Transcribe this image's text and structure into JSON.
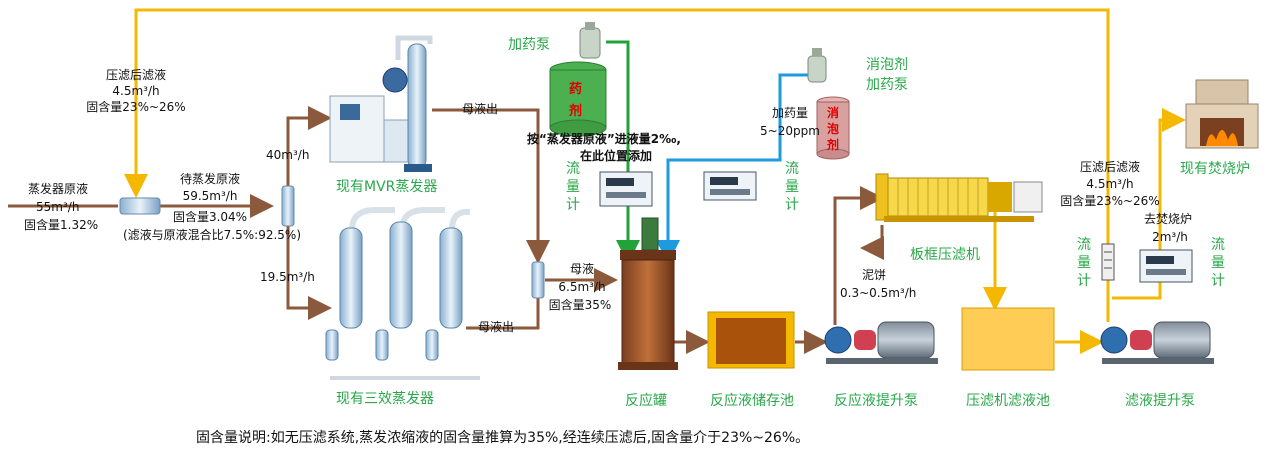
{
  "labels": {
    "raw_title": "蒸发器原液",
    "raw_flow": "55m³/h",
    "raw_solid": "固含量1.32%",
    "return_title": "压滤后滤液",
    "return_flow": "4.5m³/h",
    "return_solid": "固含量23%~26%",
    "mix_title": "待蒸发原液",
    "mix_flow": "59.5m³/h",
    "mix_solid": "固含量3.04%",
    "mix_ratio": "(滤液与原液混合比7.5%:92.5%)",
    "mvr_flow": "40m³/h",
    "triple_flow": "19.5m³/h",
    "mother_out_1": "母液出",
    "mother_out_2": "母液出",
    "mvr_name": "现有MVR蒸发器",
    "triple_name": "现有三效蒸发器",
    "mother_title": "母液",
    "mother_flow": "6.5m³/h",
    "mother_solid": "固含量35%",
    "dose_pump": "加药泵",
    "drug_char1": "药",
    "drug_char2": "剂",
    "dose_note_1": "按“蒸发器原液”进液量2‰,",
    "dose_note_2": "在此位置添加",
    "flowmeter_1": "流量计",
    "flowmeter_2": "流量计",
    "flowmeter_3": "流量计",
    "flowmeter_4": "流量计",
    "antifoam_pump_1": "消泡剂",
    "antifoam_pump_2": "加药泵",
    "antifoam_dose": "加药量",
    "antifoam_amount": "5~20ppm",
    "antifoam_char1": "消",
    "antifoam_char2": "泡",
    "antifoam_char3": "剂",
    "filter_press": "板框压滤机",
    "cake_title": "泥饼",
    "cake_flow": "0.3~0.5m³/h",
    "filtrate_title": "压滤后滤液",
    "filtrate_flow": "4.5m³/h",
    "filtrate_solid": "固含量23%~26%",
    "to_incinerator": "去焚烧炉",
    "incinerator_flow": "2m³/h",
    "incinerator": "现有焚烧炉",
    "reactor": "反应罐",
    "storage_pool": "反应液储存池",
    "lift_pump": "反应液提升泵",
    "filtrate_pool": "压滤机滤液池",
    "filtrate_pump": "滤液提升泵"
  },
  "note": "固含量说明:如无压滤系统,蒸发浓缩液的固含量推算为35%,经连续压滤后,固含量介于23%~26%。",
  "colors": {
    "brown_pipe": "#8b5a3c",
    "yellow_pipe": "#f5b800",
    "green_pipe": "#22a33a",
    "blue_pipe": "#1e9be0",
    "label_green": "#2aa84a",
    "drum_green": "#4caf50",
    "drum_pink": "#d9a0a0"
  }
}
